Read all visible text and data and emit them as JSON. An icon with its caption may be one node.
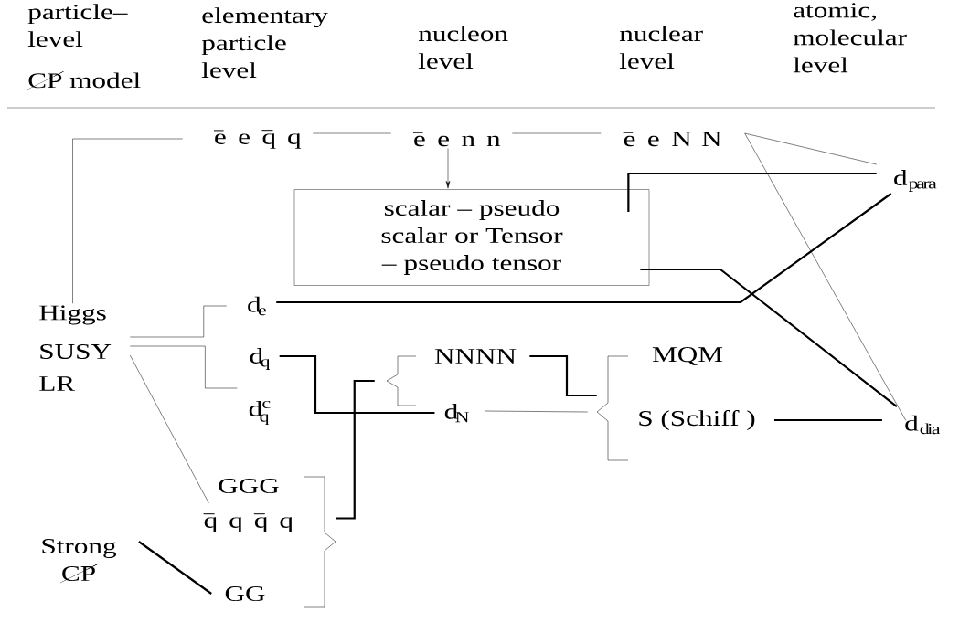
{
  "diagram": {
    "nodes": [
      {
        "text": [
          "\\overline{\\mathrm{e}}\\ \\ \\mathrm{e}\\ \\ \\overline{\\mathrm{q}}\\ \\ \\mathrm{q}"
        ]
      },
      {
        "text": [
          "\\overline{\\mathrm{e}}\\ \\ \\mathrm{e}\\ \\ \\mathrm{n}\\ \\ \\mathrm{n}"
        ]
      },
      {
        "text": [
          "\\overline{\\mathrm{e}}\\ \\ \\mathrm{e}\\ \\ \\mathrm{N}\\ \\ \\mathrm{N}"
        ]
      },
      {
        "text": [
          "scalar – pseudo scalar or Tensor – pseudo tensor"
        ]
      },
      {
        "text": [
          "\\mathrm{d}_{\\;\\mathrm{para}}"
        ]
      },
      {
        "text": [
          "Higgs"
        ]
      },
      {
        "text": [
          "SUSY"
        ]
      },
      {
        "text": [
          "LR"
        ]
      },
      {
        "text": [
          "\\mathrm{d}_{\\mathrm{e}}"
        ]
      },
      {
        "text": [
          "\\mathrm{d}_{\\mathrm{q}}"
        ]
      },
      {
        "text": [
          "\\mathrm{d}^{\\,\\mathrm{c}}_{\\mathrm{q}}"
        ]
      },
      {
        "text": [
          "NNNN"
        ]
      },
      {
        "text": [
          "\\mathrm{d}_{\\mathrm{N}}"
        ]
      },
      {
        "text": [
          "MQM"
        ]
      },
      {
        "text": [
          "S (Schiff )"
        ]
      },
      {
        "text": [
          "\\mathrm{d}_{\\;\\mathrm{dia}}"
        ]
      },
      {
        "text": [
          "GGG"
        ]
      },
      {
        "text": [
          "\\overline{\\mathrm{q}}\\ \\ \\mathrm{q}\\ \\ \\overline{\\mathrm{q}}\\ \\ \\mathrm{q}"
        ]
      },
      {
        "text": [
          "Strong",
          "\\cancel{\\text{CP}}"
        ]
      },
      {
        "text": [
          "GG"
        ]
      },
      {
        "text": [],
        "shape": "brace"
      },
      {
        "text": [],
        "shape": "brace"
      },
      {
        "text": [],
        "shape": "brace"
      }
    ],
    "edges": [
      {
        "from": 5,
        "to": 0,
        "arrow": "none"
      },
      {
        "from": 0,
        "to": 1,
        "arrow": "none"
      },
      {
        "from": 1,
        "to": 2,
        "arrow": "none"
      },
      {
        "from": 1,
        "to": 3,
        "arrow": "to"
      },
      {
        "from": 2,
        "to": 4,
        "arrow": "none"
      },
      {
        "from": 2,
        "to": 15,
        "arrow": "none"
      },
      {
        "from": 3,
        "to": 4,
        "arrow": "none",
        "style": "thick"
      },
      {
        "from": 3,
        "to": 15,
        "arrow": "none",
        "style": "thick"
      },
      {
        "from": 6,
        "to": 8,
        "arrow": "none"
      },
      {
        "from": 6,
        "to": 10,
        "arrow": "none"
      },
      {
        "from": 6,
        "to": 17,
        "arrow": "none"
      },
      {
        "from": 8,
        "to": 4,
        "arrow": "none",
        "style": "thick"
      },
      {
        "from": 9,
        "to": 12,
        "arrow": "none",
        "style": "thick"
      },
      {
        "from": 11,
        "to": 22,
        "arrow": "none",
        "style": "thick"
      },
      {
        "from": 12,
        "to": 22,
        "arrow": "none"
      },
      {
        "from": 14,
        "to": 15,
        "arrow": "none",
        "style": "thick"
      },
      {
        "from": 18,
        "to": 19,
        "arrow": "none",
        "style": "thick"
      },
      {
        "from": 20,
        "to": 21,
        "arrow": "none",
        "style": "thick"
      }
    ],
    "labels": [
      "particle– level",
      "\\cancel{\\text{CP}}\\ \\text{model}",
      "elementary particle level",
      "nucleon level",
      "nuclear level",
      "atomic, molecular level"
    ]
  }
}
